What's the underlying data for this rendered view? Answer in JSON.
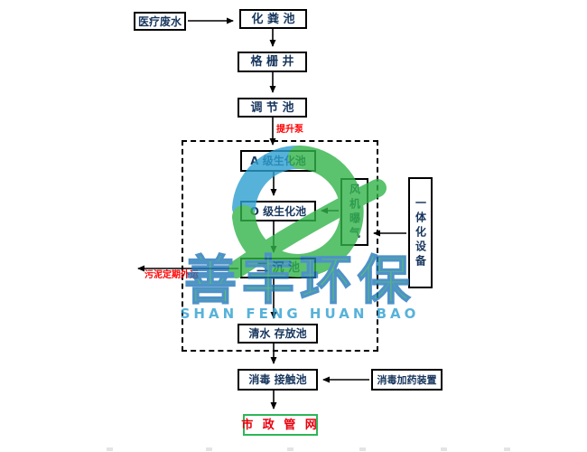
{
  "diagram": {
    "nodes": {
      "medical_wastewater": "医疗废水",
      "septic_tank": "化 粪 池",
      "grille_well": "格 栅 井",
      "regulating_tank": "调 节 池",
      "a_bio_tank": "A 级生化池",
      "o_bio_tank": "O 级生化池",
      "fan_aeration": "风机曝气",
      "integrated_equipment": "一体化设备",
      "secondary_sedimentation_tank": "二 沉 池",
      "clean_water_storage_tank": "清水 存放池",
      "disinfection_contact_tank": "消毒 接触池",
      "disinfection_dosing_device": "消毒加药装置",
      "municipal_pipe_network": "市 政 管 网"
    },
    "labels": {
      "lift_pump": "提升泵",
      "sludge_out": "污泥定期外运"
    },
    "colors": {
      "box_border": "#000000",
      "box_text": "#17365d",
      "red_label": "#ff0000",
      "municipal_border_green": "#2db757",
      "municipal_text_red": "#e8000d",
      "watermark_green": "#33b44a",
      "watermark_blue": "#2e9fd0"
    }
  },
  "watermark": {
    "cn": "善丰环保",
    "en": "SHAN FENG HUAN BAO"
  }
}
